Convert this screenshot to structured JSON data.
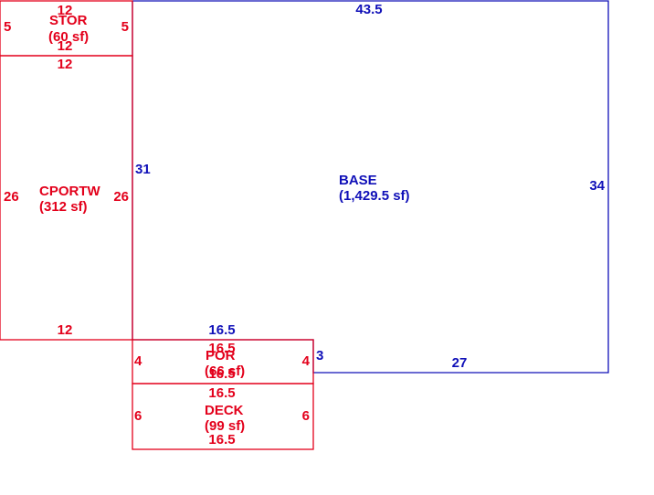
{
  "colors": {
    "secondary_area": "#e3001b",
    "base_area": "#1010b8"
  },
  "areas": {
    "base": {
      "name": "BASE",
      "area": "(1,429.5 sf)",
      "dims": {
        "top": "43.5",
        "left": "31",
        "right": "34",
        "bottom": "27",
        "step_top": "16.5",
        "step_side": "3"
      }
    },
    "stor": {
      "name": "STOR",
      "area": "(60 sf)",
      "dims": {
        "top": "12",
        "bottom": "12",
        "left": "5",
        "right": "5"
      }
    },
    "cportw": {
      "name": "CPORTW",
      "area": "(312 sf)",
      "dims": {
        "top": "12",
        "bottom": "12",
        "left": "26",
        "right": "26"
      }
    },
    "por": {
      "name": "POR",
      "area": "(66 sf)",
      "dims": {
        "top": "16.5",
        "bottom": "16.5",
        "left": "4",
        "right": "4"
      }
    },
    "deck": {
      "name": "DECK",
      "area": "(99 sf)",
      "dims": {
        "top": "16.5",
        "bottom": "16.5",
        "left": "6",
        "right": "6"
      }
    }
  }
}
